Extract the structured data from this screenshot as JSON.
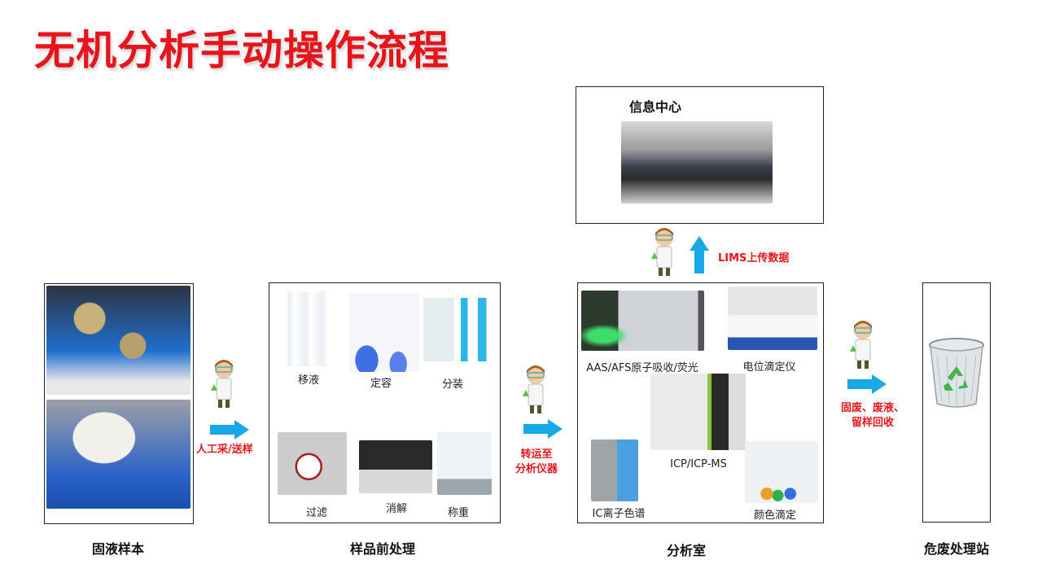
{
  "title": "无机分析手动操作流程",
  "info_center": {
    "title": "信息中心"
  },
  "lims_label": "LIMS上传数据",
  "stations": {
    "samples": {
      "label": "固液样本"
    },
    "prep": {
      "label": "样品前处理",
      "items": [
        "移液",
        "定容",
        "分装",
        "过滤",
        "消解",
        "称重"
      ]
    },
    "lab": {
      "label": "分析室",
      "items": [
        "AAS/AFS原子吸收/荧光",
        "电位滴定仪",
        "ICP/ICP-MS",
        "IC离子色谱",
        "颜色滴定"
      ]
    },
    "waste": {
      "label": "危废处理站"
    }
  },
  "transfers": {
    "t1": "人工采/送样",
    "t2_line1": "转运至",
    "t2_line2": "分析仪器",
    "t3_line1": "固废、废液、",
    "t3_line2": "留样回收"
  },
  "colors": {
    "accent_red": "#e8141b",
    "arrow_blue": "#17a8e8"
  }
}
